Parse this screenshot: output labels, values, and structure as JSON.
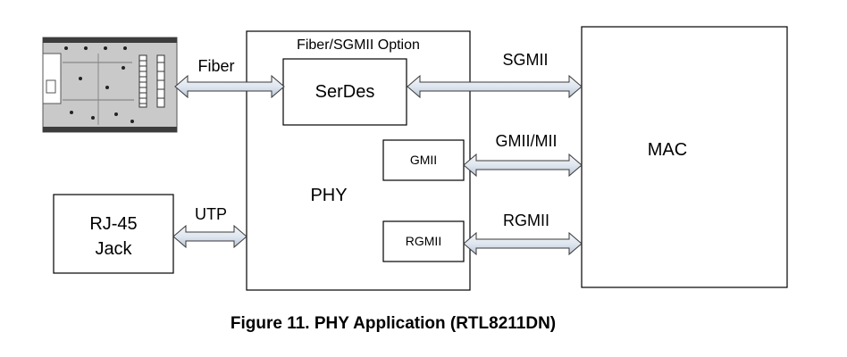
{
  "diagram": {
    "phy_section_label": "Fiber/SGMII Option",
    "phy_label": "PHY",
    "serdes_label": "SerDes",
    "gmii_block_label": "GMII",
    "rgmii_block_label": "RGMII",
    "mac_label": "MAC",
    "rj45_line1": "RJ-45",
    "rj45_line2": "Jack",
    "links": {
      "fiber": "Fiber",
      "utp": "UTP",
      "sgmii": "SGMII",
      "gmii_mii": "GMII/MII",
      "rgmii": "RGMII"
    }
  },
  "caption": "Figure 11. PHY Application (RTL8211DN)",
  "colors": {
    "arrow_fill": "#dfe6ef",
    "arrow_stroke": "#3a3a3a",
    "module_fill": "#bdbdbd",
    "module_dark": "#3c3c3c"
  }
}
